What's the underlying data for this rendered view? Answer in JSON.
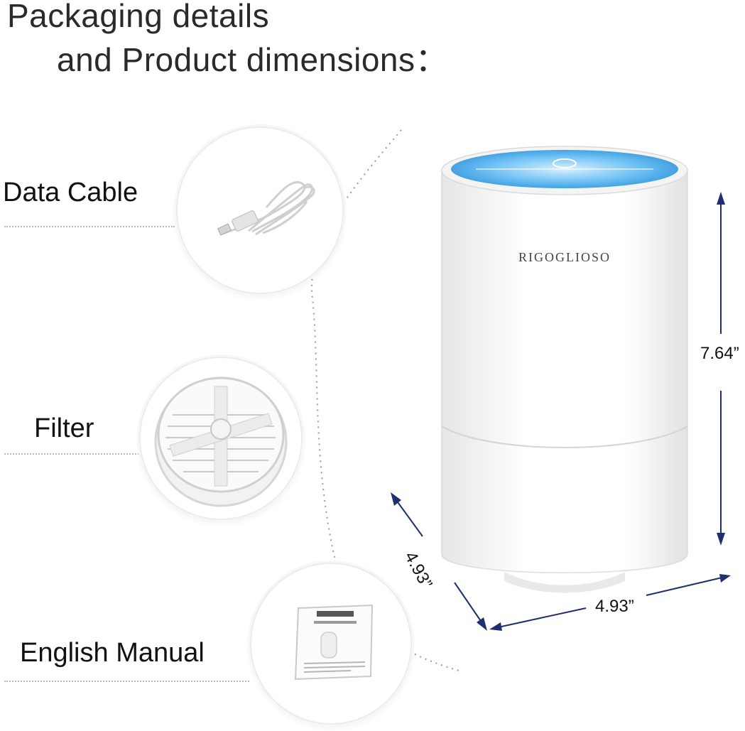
{
  "title_line1": "Packaging details",
  "title_line2": "and Product dimensions：",
  "items": [
    {
      "label": "Data Cable",
      "icon": "usb-cable-icon"
    },
    {
      "label": "Filter",
      "icon": "filter-icon"
    },
    {
      "label": "English Manual",
      "icon": "manual-icon"
    }
  ],
  "product": {
    "brand": "RIGOGLIOSO",
    "height": "7.64”",
    "depth": "4.93”",
    "width": "4.93”",
    "accent_color": "#4aa8e6"
  }
}
